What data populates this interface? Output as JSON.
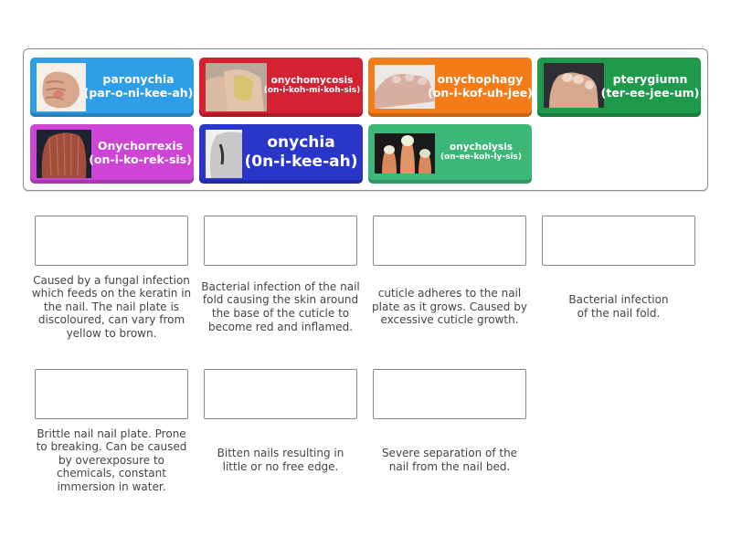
{
  "tiles": [
    {
      "term": "paronychia",
      "pronunciation": "(par-o-ni-kee-ah)",
      "color": "#2f9ee6",
      "image": "hand-swollen-finger-photo"
    },
    {
      "term": "onychomycosis",
      "pronunciation": "(on-i-koh-mi-koh-sis)",
      "color": "#d42232",
      "image": "yellow-toenail-photo"
    },
    {
      "term": "onychophagy",
      "pronunciation": "(on-i-kof-uh-jee)",
      "color": "#f47c18",
      "image": "bitten-nails-photo"
    },
    {
      "term": "pterygiumn",
      "pronunciation": "(ter-ee-jee-um)",
      "color": "#1f9a4c",
      "image": "fingertips-photo"
    },
    {
      "term": "Onychorrexis",
      "pronunciation": "(on-i-ko-rek-sis)",
      "color": "#cc45d4",
      "image": "ridged-nail-photo"
    },
    {
      "term": "onychia",
      "pronunciation": "(0n-i-kee-ah)",
      "color": "#2a36c8",
      "image": "inflamed-nail-photo"
    },
    {
      "term": "onycholysis",
      "pronunciation": "(on-ee-koh-ly-sis)",
      "color": "#3cb778",
      "image": "separated-nails-photo"
    }
  ],
  "targets": [
    {
      "description": "Caused by a fungal infection which feeds on the keratin in the nail. The nail plate is discoloured, can vary from yellow to brown.",
      "value": ""
    },
    {
      "description": "Bacterial infection of the nail fold causing the skin around the base of the cuticle to become red and inflamed.",
      "value": ""
    },
    {
      "description": "cuticle adheres to the nail plate as it grows. Caused by excessive cuticle growth.",
      "value": ""
    },
    {
      "description": "Bacterial infection of the nail fold.",
      "value": ""
    },
    {
      "description": "Brittle nail nail plate. Prone to breaking. Can be caused by overexposure to chemicals, constant immersion in water.",
      "value": ""
    },
    {
      "description": "Bitten nails resulting in little or no free edge.",
      "value": ""
    },
    {
      "description": "Severe separation of the nail from the nail bed.",
      "value": ""
    }
  ]
}
